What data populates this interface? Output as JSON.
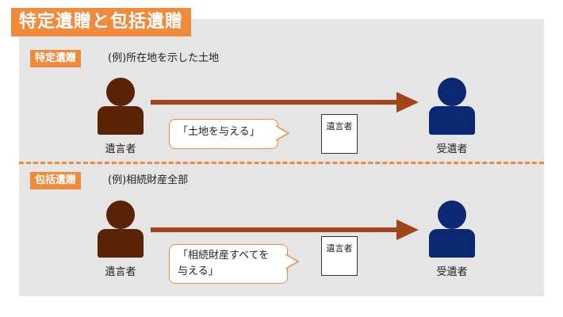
{
  "title": "特定遺贈と包括遺贈",
  "colors": {
    "accent": "#f08a3c",
    "testator": "#5a2306",
    "beneficiary": "#0d2872",
    "arrow": "#a0451a",
    "panel": "#e5e5e5"
  },
  "icons": [
    "person-icon",
    "arrow-icon",
    "document-icon",
    "speech-bubble-icon"
  ],
  "sections": [
    {
      "badge": "特定遺贈",
      "example": "(例)所在地を示した土地",
      "from_label": "遺言者",
      "to_label": "受遺者",
      "speech": "「土地を与える」",
      "document": "遺言者"
    },
    {
      "badge": "包括遺贈",
      "example": "(例)相続財産全部",
      "from_label": "遺言者",
      "to_label": "受遺者",
      "speech_line1": "「相続財産すべてを",
      "speech_line2": "与える」",
      "document": "遺言者"
    }
  ]
}
